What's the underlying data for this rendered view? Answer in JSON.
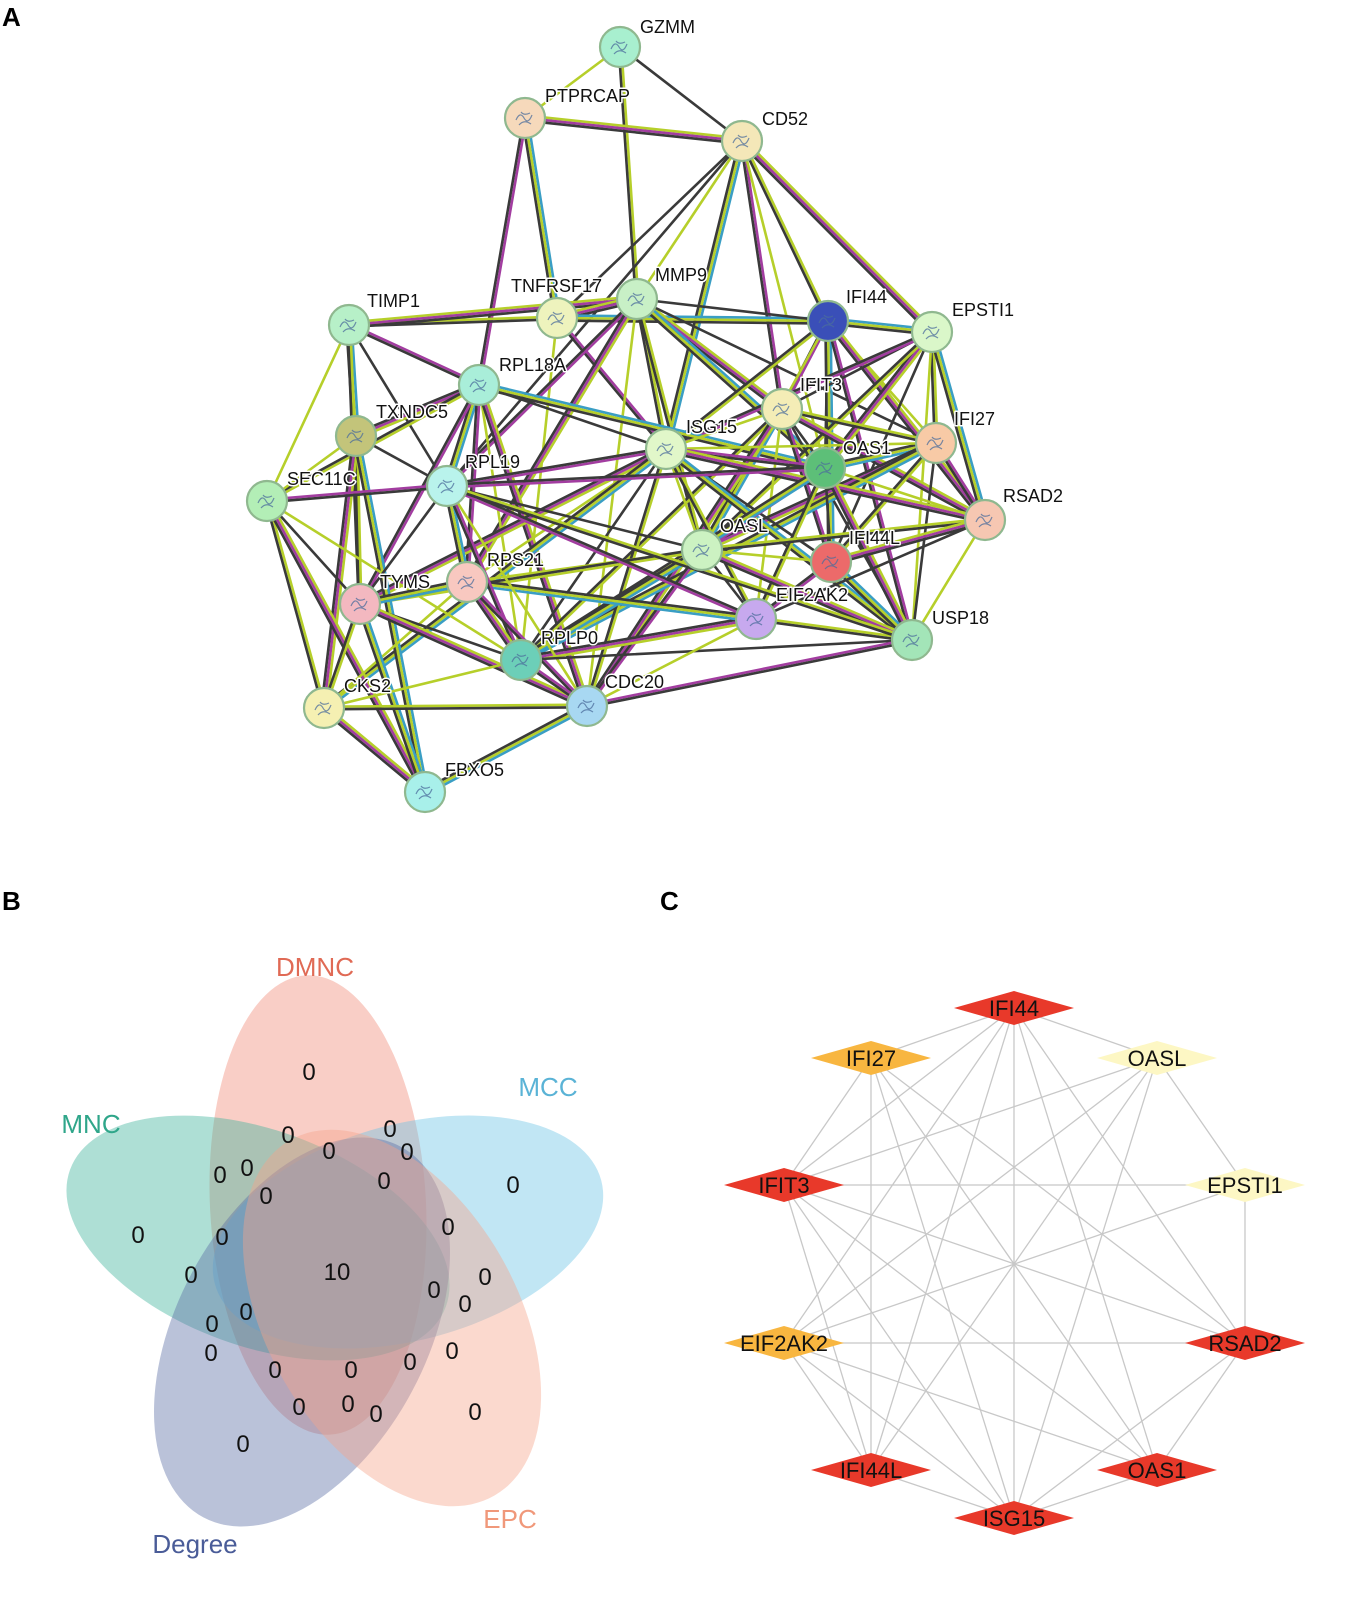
{
  "panels": {
    "a": "A",
    "b": "B",
    "c": "C"
  },
  "network": {
    "nodes": [
      {
        "id": "GZMM",
        "color": "#a8efcf"
      },
      {
        "id": "PTPRCAP",
        "color": "#f6d9bb"
      },
      {
        "id": "CD52",
        "color": "#f4e7b8"
      },
      {
        "id": "TNFRSF17",
        "color": "#eef3bd"
      },
      {
        "id": "MMP9",
        "color": "#c8f0c6"
      },
      {
        "id": "IFI44",
        "color": "#3a4fb8"
      },
      {
        "id": "EPSTI1",
        "color": "#daf7c9"
      },
      {
        "id": "TIMP1",
        "color": "#b7f0c8"
      },
      {
        "id": "RPL18A",
        "color": "#a9eed9"
      },
      {
        "id": "IFIT3",
        "color": "#f4edb6"
      },
      {
        "id": "IFI27",
        "color": "#f8caa6"
      },
      {
        "id": "TXNDC5",
        "color": "#c3c47a"
      },
      {
        "id": "ISG15",
        "color": "#e1f7c9"
      },
      {
        "id": "OAS1",
        "color": "#5dbf78"
      },
      {
        "id": "SEC11C",
        "color": "#b3eeb6"
      },
      {
        "id": "RPL19",
        "color": "#b9f3ec"
      },
      {
        "id": "RSAD2",
        "color": "#f6c7b2"
      },
      {
        "id": "OASL",
        "color": "#ccf2c2"
      },
      {
        "id": "IFI44L",
        "color": "#ec6a6a"
      },
      {
        "id": "RPS21",
        "color": "#f8c8c0"
      },
      {
        "id": "TYMS",
        "color": "#f3b8c0"
      },
      {
        "id": "EIF2AK2",
        "color": "#c7a9ee"
      },
      {
        "id": "USP18",
        "color": "#a3e5b8"
      },
      {
        "id": "RPLP0",
        "color": "#6ccfb8"
      },
      {
        "id": "CKS2",
        "color": "#f5f0b2"
      },
      {
        "id": "CDC20",
        "color": "#a8d8f2"
      },
      {
        "id": "FBXO5",
        "color": "#a8f0ea"
      }
    ],
    "edges": [
      [
        "GZMM",
        "PTPRCAP"
      ],
      [
        "GZMM",
        "CD52"
      ],
      [
        "GZMM",
        "MMP9"
      ],
      [
        "PTPRCAP",
        "CD52"
      ],
      [
        "PTPRCAP",
        "TNFRSF17"
      ],
      [
        "PTPRCAP",
        "RPL18A"
      ],
      [
        "CD52",
        "MMP9"
      ],
      [
        "CD52",
        "TNFRSF17"
      ],
      [
        "CD52",
        "IFI44"
      ],
      [
        "CD52",
        "EPSTI1"
      ],
      [
        "CD52",
        "ISG15"
      ],
      [
        "CD52",
        "IFIT3"
      ],
      [
        "CD52",
        "OAS1"
      ],
      [
        "CD52",
        "RPL19"
      ],
      [
        "TIMP1",
        "TNFRSF17"
      ],
      [
        "TIMP1",
        "MMP9"
      ],
      [
        "TIMP1",
        "TXNDC5"
      ],
      [
        "TIMP1",
        "RPL18A"
      ],
      [
        "TIMP1",
        "SEC11C"
      ],
      [
        "TIMP1",
        "RPL19"
      ],
      [
        "TIMP1",
        "TYMS"
      ],
      [
        "TNFRSF17",
        "MMP9"
      ],
      [
        "TNFRSF17",
        "IFI44"
      ],
      [
        "TNFRSF17",
        "ISG15"
      ],
      [
        "TNFRSF17",
        "RPLP0"
      ],
      [
        "MMP9",
        "IFI44"
      ],
      [
        "MMP9",
        "ISG15"
      ],
      [
        "MMP9",
        "IFIT3"
      ],
      [
        "MMP9",
        "OAS1"
      ],
      [
        "MMP9",
        "RPL19"
      ],
      [
        "MMP9",
        "CDC20"
      ],
      [
        "MMP9",
        "IFI27"
      ],
      [
        "MMP9",
        "OASL"
      ],
      [
        "MMP9",
        "RPS21"
      ],
      [
        "IFI44",
        "EPSTI1"
      ],
      [
        "IFI44",
        "IFIT3"
      ],
      [
        "IFI44",
        "IFI27"
      ],
      [
        "IFI44",
        "OAS1"
      ],
      [
        "IFI44",
        "ISG15"
      ],
      [
        "IFI44",
        "RSAD2"
      ],
      [
        "IFI44",
        "IFI44L"
      ],
      [
        "IFI44",
        "USP18"
      ],
      [
        "IFI44",
        "OASL"
      ],
      [
        "EPSTI1",
        "IFIT3"
      ],
      [
        "EPSTI1",
        "IFI27"
      ],
      [
        "EPSTI1",
        "OAS1"
      ],
      [
        "EPSTI1",
        "RSAD2"
      ],
      [
        "EPSTI1",
        "ISG15"
      ],
      [
        "EPSTI1",
        "USP18"
      ],
      [
        "EPSTI1",
        "IFI44L"
      ],
      [
        "EPSTI1",
        "OASL"
      ],
      [
        "RPL18A",
        "TXNDC5"
      ],
      [
        "RPL18A",
        "RPL19"
      ],
      [
        "RPL18A",
        "RPS21"
      ],
      [
        "RPL18A",
        "RPLP0"
      ],
      [
        "RPL18A",
        "ISG15"
      ],
      [
        "RPL18A",
        "SEC11C"
      ],
      [
        "RPL18A",
        "CDC20"
      ],
      [
        "RPL18A",
        "OAS1"
      ],
      [
        "RPL18A",
        "TYMS"
      ],
      [
        "IFIT3",
        "ISG15"
      ],
      [
        "IFIT3",
        "OAS1"
      ],
      [
        "IFIT3",
        "IFI27"
      ],
      [
        "IFIT3",
        "RSAD2"
      ],
      [
        "IFIT3",
        "OASL"
      ],
      [
        "IFIT3",
        "IFI44L"
      ],
      [
        "IFIT3",
        "EIF2AK2"
      ],
      [
        "IFIT3",
        "USP18"
      ],
      [
        "IFIT3",
        "RPLP0"
      ],
      [
        "IFIT3",
        "CDC20"
      ],
      [
        "IFI27",
        "OAS1"
      ],
      [
        "IFI27",
        "RSAD2"
      ],
      [
        "IFI27",
        "ISG15"
      ],
      [
        "IFI27",
        "USP18"
      ],
      [
        "IFI27",
        "IFI44L"
      ],
      [
        "IFI27",
        "OASL"
      ],
      [
        "IFI27",
        "RPLP0"
      ],
      [
        "ISG15",
        "OAS1"
      ],
      [
        "ISG15",
        "OASL"
      ],
      [
        "ISG15",
        "IFI44L"
      ],
      [
        "ISG15",
        "EIF2AK2"
      ],
      [
        "ISG15",
        "RSAD2"
      ],
      [
        "ISG15",
        "USP18"
      ],
      [
        "ISG15",
        "RPL19"
      ],
      [
        "ISG15",
        "RPS21"
      ],
      [
        "ISG15",
        "RPLP0"
      ],
      [
        "ISG15",
        "CDC20"
      ],
      [
        "ISG15",
        "TYMS"
      ],
      [
        "ISG15",
        "CKS2"
      ],
      [
        "OAS1",
        "OASL"
      ],
      [
        "OAS1",
        "RSAD2"
      ],
      [
        "OAS1",
        "IFI44L"
      ],
      [
        "OAS1",
        "EIF2AK2"
      ],
      [
        "OAS1",
        "USP18"
      ],
      [
        "OAS1",
        "RPLP0"
      ],
      [
        "OAS1",
        "RPL19"
      ],
      [
        "OASL",
        "IFI44L"
      ],
      [
        "OASL",
        "EIF2AK2"
      ],
      [
        "OASL",
        "RSAD2"
      ],
      [
        "OASL",
        "USP18"
      ],
      [
        "OASL",
        "RPLP0"
      ],
      [
        "OASL",
        "CDC20"
      ],
      [
        "OASL",
        "RPS21"
      ],
      [
        "OASL",
        "RPL19"
      ],
      [
        "OASL",
        "TYMS"
      ],
      [
        "IFI44L",
        "RSAD2"
      ],
      [
        "IFI44L",
        "USP18"
      ],
      [
        "IFI44L",
        "EIF2AK2"
      ],
      [
        "RSAD2",
        "USP18"
      ],
      [
        "RSAD2",
        "EIF2AK2"
      ],
      [
        "EIF2AK2",
        "USP18"
      ],
      [
        "EIF2AK2",
        "RPLP0"
      ],
      [
        "EIF2AK2",
        "RPS21"
      ],
      [
        "EIF2AK2",
        "RPL19"
      ],
      [
        "TXNDC5",
        "SEC11C"
      ],
      [
        "TXNDC5",
        "RPL19"
      ],
      [
        "TXNDC5",
        "TYMS"
      ],
      [
        "TXNDC5",
        "CKS2"
      ],
      [
        "TXNDC5",
        "FBXO5"
      ],
      [
        "SEC11C",
        "RPL19"
      ],
      [
        "SEC11C",
        "RPLP0"
      ],
      [
        "SEC11C",
        "TYMS"
      ],
      [
        "SEC11C",
        "CKS2"
      ],
      [
        "SEC11C",
        "FBXO5"
      ],
      [
        "RPL19",
        "RPS21"
      ],
      [
        "RPL19",
        "RPLP0"
      ],
      [
        "RPL19",
        "CDC20"
      ],
      [
        "RPL19",
        "TYMS"
      ],
      [
        "RPL19",
        "USP18"
      ],
      [
        "RPS21",
        "RPLP0"
      ],
      [
        "RPS21",
        "TYMS"
      ],
      [
        "RPS21",
        "CDC20"
      ],
      [
        "RPS21",
        "CKS2"
      ],
      [
        "TYMS",
        "RPLP0"
      ],
      [
        "TYMS",
        "CKS2"
      ],
      [
        "TYMS",
        "CDC20"
      ],
      [
        "TYMS",
        "FBXO5"
      ],
      [
        "RPLP0",
        "CDC20"
      ],
      [
        "RPLP0",
        "CKS2"
      ],
      [
        "RPLP0",
        "USP18"
      ],
      [
        "CKS2",
        "CDC20"
      ],
      [
        "CKS2",
        "FBXO5"
      ],
      [
        "CDC20",
        "FBXO5"
      ],
      [
        "CDC20",
        "USP18"
      ],
      [
        "CDC20",
        "EIF2AK2"
      ]
    ]
  },
  "venn": {
    "sets": [
      {
        "name": "DMNC",
        "color": "#f08a78"
      },
      {
        "name": "MCC",
        "color": "#6cc4e4"
      },
      {
        "name": "MNC",
        "color": "#3fb39a"
      },
      {
        "name": "Degree",
        "color": "#5a6da5"
      },
      {
        "name": "EPC",
        "color": "#f5a58a"
      }
    ],
    "center_count": "10",
    "other_count": "0"
  },
  "hub": {
    "edge_color": "#c8c8c8",
    "nodes": [
      {
        "id": "IFI44",
        "color": "#e8392a"
      },
      {
        "id": "OASL",
        "color": "#fdf7c4"
      },
      {
        "id": "EPSTI1",
        "color": "#fdf7c4"
      },
      {
        "id": "RSAD2",
        "color": "#e8392a"
      },
      {
        "id": "OAS1",
        "color": "#e8392a"
      },
      {
        "id": "ISG15",
        "color": "#e8392a"
      },
      {
        "id": "IFI44L",
        "color": "#e8392a"
      },
      {
        "id": "EIF2AK2",
        "color": "#f8b640"
      },
      {
        "id": "IFIT3",
        "color": "#e8392a"
      },
      {
        "id": "IFI27",
        "color": "#f8b640"
      }
    ],
    "edges": [
      [
        "IFI44",
        "OASL"
      ],
      [
        "IFI44",
        "IFI27"
      ],
      [
        "IFI44",
        "ISG15"
      ],
      [
        "IFI44",
        "RSAD2"
      ],
      [
        "IFI44",
        "OAS1"
      ],
      [
        "IFI44",
        "IFI44L"
      ],
      [
        "IFI44",
        "IFIT3"
      ],
      [
        "IFI44",
        "EIF2AK2"
      ],
      [
        "OASL",
        "EPSTI1"
      ],
      [
        "OASL",
        "ISG15"
      ],
      [
        "OASL",
        "IFI44L"
      ],
      [
        "OASL",
        "EIF2AK2"
      ],
      [
        "OASL",
        "IFIT3"
      ],
      [
        "EPSTI1",
        "RSAD2"
      ],
      [
        "EPSTI1",
        "IFIT3"
      ],
      [
        "EPSTI1",
        "EIF2AK2"
      ],
      [
        "RSAD2",
        "OAS1"
      ],
      [
        "RSAD2",
        "IFIT3"
      ],
      [
        "RSAD2",
        "IFI27"
      ],
      [
        "RSAD2",
        "ISG15"
      ],
      [
        "RSAD2",
        "EIF2AK2"
      ],
      [
        "OAS1",
        "ISG15"
      ],
      [
        "OAS1",
        "IFIT3"
      ],
      [
        "OAS1",
        "IFI27"
      ],
      [
        "OAS1",
        "EIF2AK2"
      ],
      [
        "ISG15",
        "IFI44L"
      ],
      [
        "ISG15",
        "EIF2AK2"
      ],
      [
        "ISG15",
        "IFIT3"
      ],
      [
        "IFI44L",
        "EIF2AK2"
      ],
      [
        "IFI44L",
        "IFI27"
      ],
      [
        "IFI44L",
        "IFIT3"
      ],
      [
        "IFIT3",
        "IFI27"
      ],
      [
        "IFI27",
        "ISG15"
      ]
    ]
  }
}
